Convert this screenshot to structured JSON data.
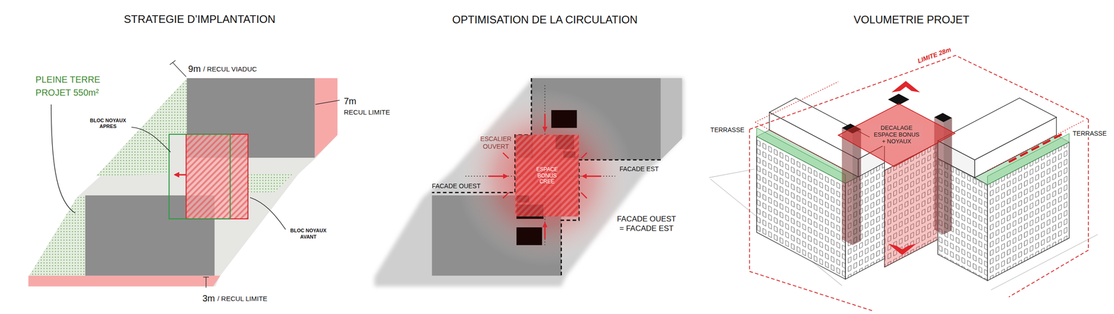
{
  "diagram": {
    "nodes": [
      {
        "text": [
          "ESPACE BONUS CREE"
        ]
      },
      {
        "text": [
          "DECALAGE ESPACE BONUS + NOYAUX"
        ]
      }
    ],
    "labels": [
      "STRATEGIE D’IMPLANTATION",
      "OPTIMISATION DE LA CIRCULATION",
      "VOLUMETRIE PROJET",
      "PLEINE TERRE PROJET 550m²",
      "9m",
      "/ RECUL VIADUC",
      "7m",
      "RECUL LIMITE",
      "BLOC NOYAUX APRES",
      "BLOC NOYAUX AVANT",
      "3m",
      "/ RECUL LIMITE",
      "ESCALIER OUVERT",
      "FACADE EST",
      "FACADE OUEST",
      "FACADE OUEST = FACADE EST",
      "LIMITE 28m",
      "TERRASSE",
      "TERRASSE"
    ]
  }
}
